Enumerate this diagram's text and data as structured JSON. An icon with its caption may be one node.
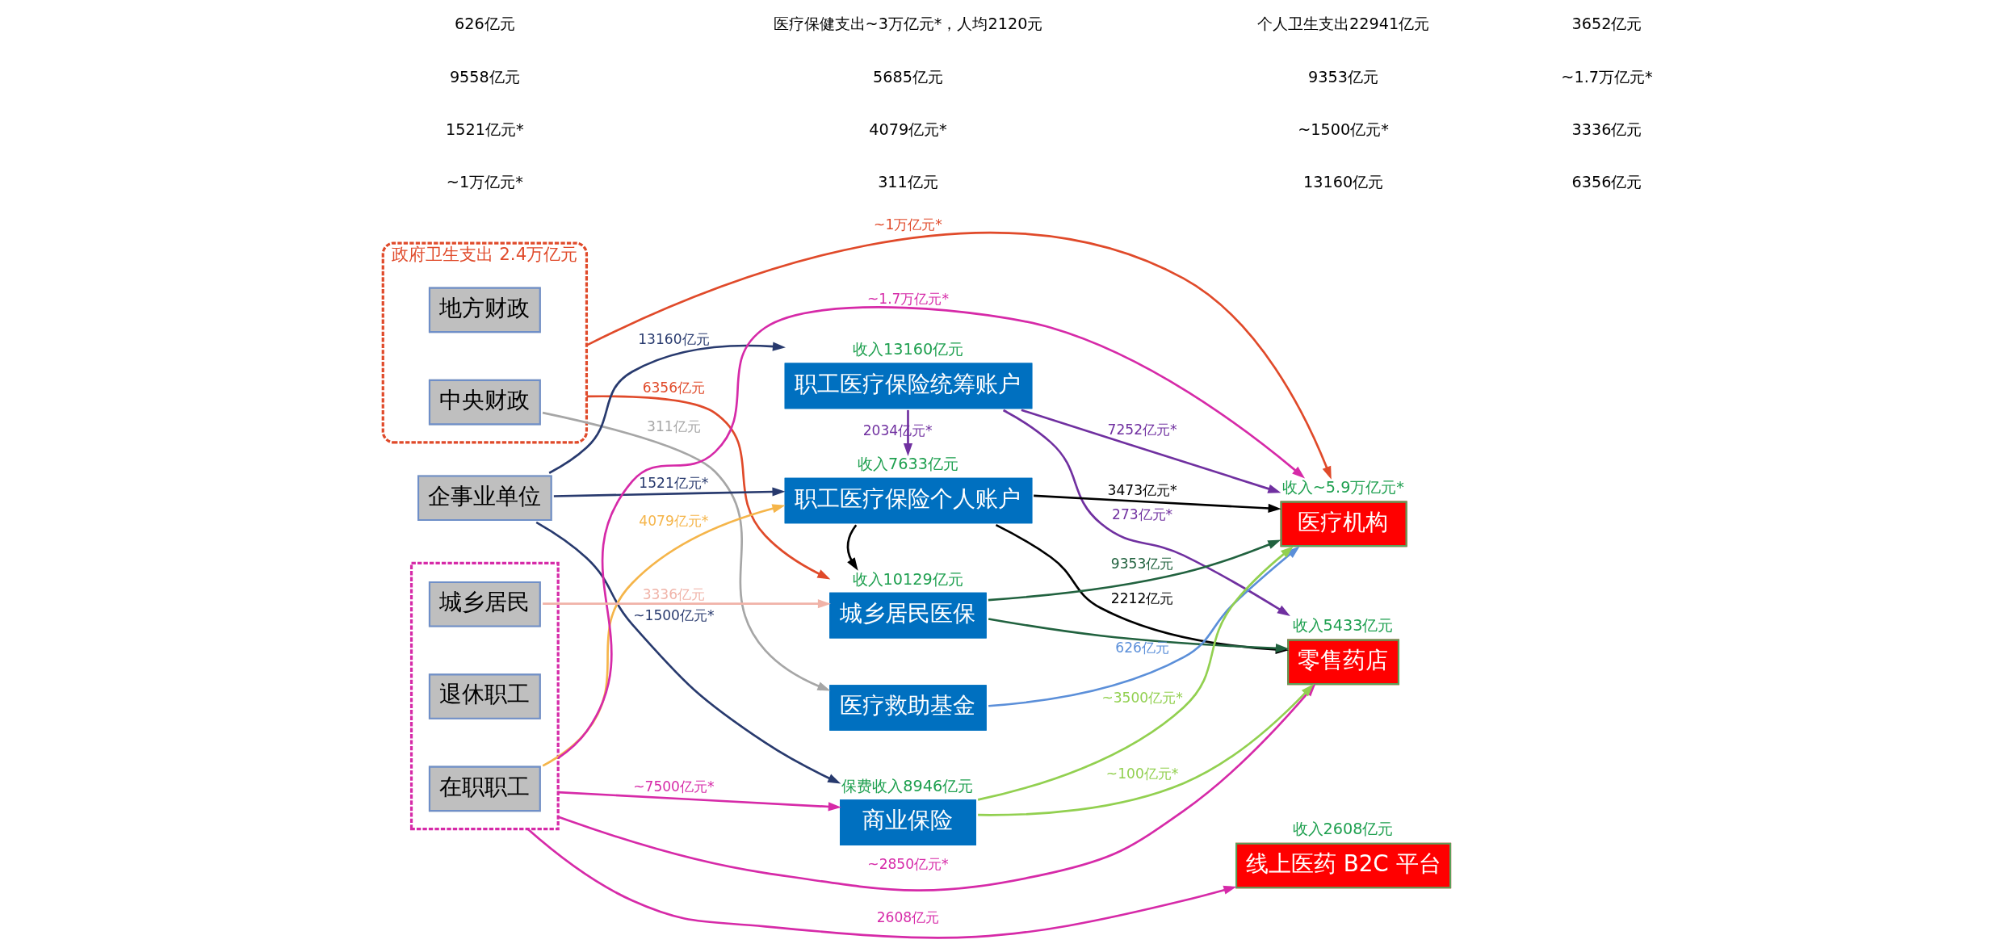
{
  "diagram": {
    "nodes": [
      {
        "text": [
          "政府卫生支出 2.4万亿元"
        ]
      },
      {
        "text": [
          "中央财政"
        ],
        "in": 0
      },
      {
        "text": [
          "地方财政"
        ],
        "in": 0
      },
      {
        "text": [
          "企事业单位"
        ]
      },
      {
        "text": [],
        "shape": "box"
      },
      {
        "text": [
          "在职职工"
        ],
        "in": 4
      },
      {
        "text": [
          "退休职工"
        ],
        "in": 4
      },
      {
        "text": [
          "城乡居民"
        ],
        "in": 4
      },
      {
        "text": [
          "职工医疗保险统筹账户"
        ],
        "beside": [
          "收入13160亿元"
        ]
      },
      {
        "text": [
          "职工医疗保险个人账户"
        ],
        "beside": [
          "收入7633亿元"
        ]
      },
      {
        "text": [
          "城乡居民医保"
        ],
        "beside": [
          "收入10129亿元"
        ]
      },
      {
        "text": [
          "医疗救助基金"
        ]
      },
      {
        "text": [
          "商业保险"
        ],
        "beside": [
          "保费收入8946亿元"
        ]
      },
      {
        "text": [
          "医疗机构"
        ],
        "beside": [
          "收入~5.9万亿元*"
        ]
      },
      {
        "text": [
          "零售药店"
        ],
        "beside": [
          "收入5433亿元"
        ]
      },
      {
        "text": [
          "线上医药 B2C 平台"
        ],
        "beside": [
          "收入2608亿元"
        ]
      }
    ],
    "edges": [
      {
        "from": 0,
        "to": 13,
        "arrow": "to",
        "label": "~1万亿元*",
        "color": "#e04a2a"
      },
      {
        "from": 1,
        "to": 11,
        "arrow": "to",
        "label": "311亿元",
        "color": "#a6a6a6"
      },
      {
        "from": 0,
        "to": 10,
        "arrow": "to",
        "label": "6356亿元",
        "color": "#e04a2a"
      },
      {
        "from": 3,
        "to": 8,
        "arrow": "to",
        "label": "13160亿元",
        "color": "#283a6e"
      },
      {
        "from": 3,
        "to": 9,
        "arrow": "to",
        "label": "1521亿元*",
        "color": "#283a6e"
      },
      {
        "from": 3,
        "to": 12,
        "arrow": "to",
        "label": "~1500亿元*",
        "color": "#283a6e"
      },
      {
        "from": 5,
        "to": 9,
        "arrow": "to",
        "label": "4079亿元*",
        "color": "#f5b54a"
      },
      {
        "from": 7,
        "to": 10,
        "arrow": "to",
        "label": "3336亿元",
        "color": "#f0b3a8"
      },
      {
        "from": 8,
        "to": 13,
        "arrow": "to",
        "label": "7252亿元*",
        "color": "#7030a0"
      },
      {
        "from": 8,
        "to": 9,
        "arrow": "to",
        "label": "2034亿元*",
        "color": "#7030a0"
      },
      {
        "from": 8,
        "to": 14,
        "arrow": "to",
        "label": "273亿元*",
        "color": "#7030a0"
      },
      {
        "from": 9,
        "to": 13,
        "arrow": "to",
        "label": "3473亿元*",
        "color": "#000000"
      },
      {
        "from": 9,
        "to": 14,
        "arrow": "to",
        "label": "2212亿元",
        "color": "#000000"
      },
      {
        "from": 9,
        "to": 10,
        "arrow": "to",
        "color": "#000000"
      },
      {
        "from": 10,
        "to": 13,
        "arrow": "to",
        "label": "9353亿元",
        "color": "#21623f"
      },
      {
        "from": 10,
        "to": 14,
        "arrow": "to",
        "color": "#21623f"
      },
      {
        "from": 11,
        "to": 13,
        "arrow": "to",
        "label": "626亿元",
        "color": "#5b8fd9"
      },
      {
        "from": 4,
        "to": 13,
        "arrow": "to",
        "label": "~1.7万亿元*",
        "color": "#d62aa8"
      },
      {
        "from": 4,
        "to": 14,
        "arrow": "to",
        "label": "~2850亿元*",
        "color": "#d62aa8"
      },
      {
        "from": 4,
        "to": 15,
        "arrow": "to",
        "label": "2608亿元",
        "color": "#d62aa8"
      },
      {
        "from": 4,
        "to": 12,
        "arrow": "to",
        "label": "~7500亿元*",
        "color": "#d62aa8"
      },
      {
        "from": 12,
        "to": 14,
        "arrow": "to",
        "label": "~100亿元*",
        "color": "#92d050"
      },
      {
        "from": 12,
        "to": 13,
        "arrow": "to",
        "label": "~3500亿元*",
        "color": "#92d050"
      }
    ],
    "labels": [
      "~1万亿元*",
      "311亿元",
      "13160亿元",
      "6356亿元",
      "1521亿元*",
      "4079亿元*",
      "~1500亿元*",
      "3336亿元",
      "9558亿元",
      "5685亿元",
      "9353亿元",
      "~1.7万亿元*",
      "626亿元",
      "医疗保健支出~3万亿元*，人均2120元",
      "个人卫生支出22941亿元",
      "3652亿元"
    ]
  }
}
